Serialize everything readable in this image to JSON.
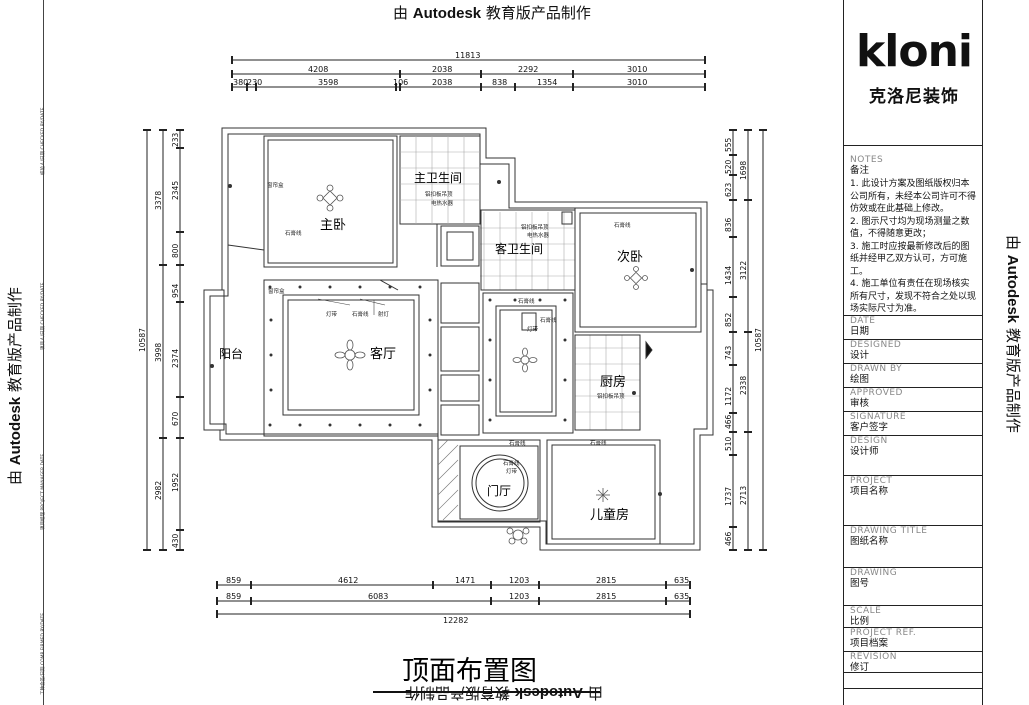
{
  "watermark": {
    "prefix": "由",
    "brand": "Autodesk",
    "suffix": "教育版产品制作"
  },
  "drawing_title": "顶面布置图",
  "dimensions": {
    "top_total": "11813",
    "top_row1": [
      "4208",
      "2038",
      "2292",
      "3010"
    ],
    "top_row2": [
      "380",
      "230",
      "3598",
      "106",
      "2038",
      "838",
      "1354",
      "3010"
    ],
    "bottom_row1": [
      "859",
      "4612",
      "1471",
      "1203",
      "2815",
      "635"
    ],
    "bottom_row2": [
      "859",
      "6083",
      "1203",
      "2815",
      "635"
    ],
    "bottom_total": "12282",
    "left_col_inner": [
      "233",
      "2345",
      "800",
      "954",
      "2374",
      "670",
      "1952",
      "430"
    ],
    "left_col_outer": [
      "3378",
      "3998",
      "2982"
    ],
    "left_total": "10587",
    "right_col_inner": [
      "555",
      "520",
      "623",
      "836",
      "1434",
      "852",
      "743",
      "1172",
      "466",
      "510",
      "1737",
      "466"
    ],
    "right_col_outer": [
      "1698",
      "3122",
      "2338",
      "2713"
    ],
    "right_total": "10587"
  },
  "rooms": {
    "master_bedroom": "主卧",
    "master_bath": "主卫生间",
    "guest_bath": "客卫生间",
    "second_bedroom": "次卧",
    "balcony": "阳台",
    "living_room": "客厅",
    "kitchen": "厨房",
    "foyer": "门厅",
    "kids_room": "儿童房"
  },
  "annotations": {
    "curtain_box": "窗帘盒",
    "plaster_line": "石膏线",
    "light_strip": "灯带",
    "spotlight": "射灯",
    "alu_ceiling": "铝扣板吊顶",
    "water_heater": "电热水器"
  },
  "logo": {
    "brand": "kloni",
    "company": "克洛尼装饰"
  },
  "title_block": {
    "notes_en": "NOTES",
    "notes_cn": "备注",
    "notes": [
      "1. 此设计方案及图纸版权归本公司所有，未经本公司许可不得仿效或在此基础上修改。",
      "2. 图示尺寸均为现场测量之数值，不得随意更改；",
      "3. 施工时应按最新修改后的图纸并经甲乙双方认可，方可施工。",
      "4. 施工单位有责任在现场核实所有尺寸，发现不符合之处以现场实际尺寸为准。"
    ],
    "fields": [
      {
        "en": "DATE",
        "cn": "日期"
      },
      {
        "en": "DESIGNED",
        "cn": "设计"
      },
      {
        "en": "DRAWN BY",
        "cn": "绘图"
      },
      {
        "en": "APPROVED",
        "cn": "审核"
      },
      {
        "en": "SIGNATURE",
        "cn": "客户签字"
      },
      {
        "en": "DESIGN",
        "cn": "设计师"
      },
      {
        "en": "PROJECT",
        "cn": "项目名称"
      },
      {
        "en": "DRAWING TITLE",
        "cn": "图纸名称"
      },
      {
        "en": "DRAWING",
        "cn": "图号"
      },
      {
        "en": "SCALE",
        "cn": "比例"
      },
      {
        "en": "PROJECT REF.",
        "cn": "项目档案"
      },
      {
        "en": "REVISION",
        "cn": "修订"
      }
    ]
  },
  "left_stamps": [
    "校验人/日期 CHECKED BY/DATE",
    "项目人/日期 CHECKED BY/DATE",
    "项目经理 PROJECT MANAGER DATE",
    "工种会签/日期 COMP FIRMED BY/DATE"
  ]
}
